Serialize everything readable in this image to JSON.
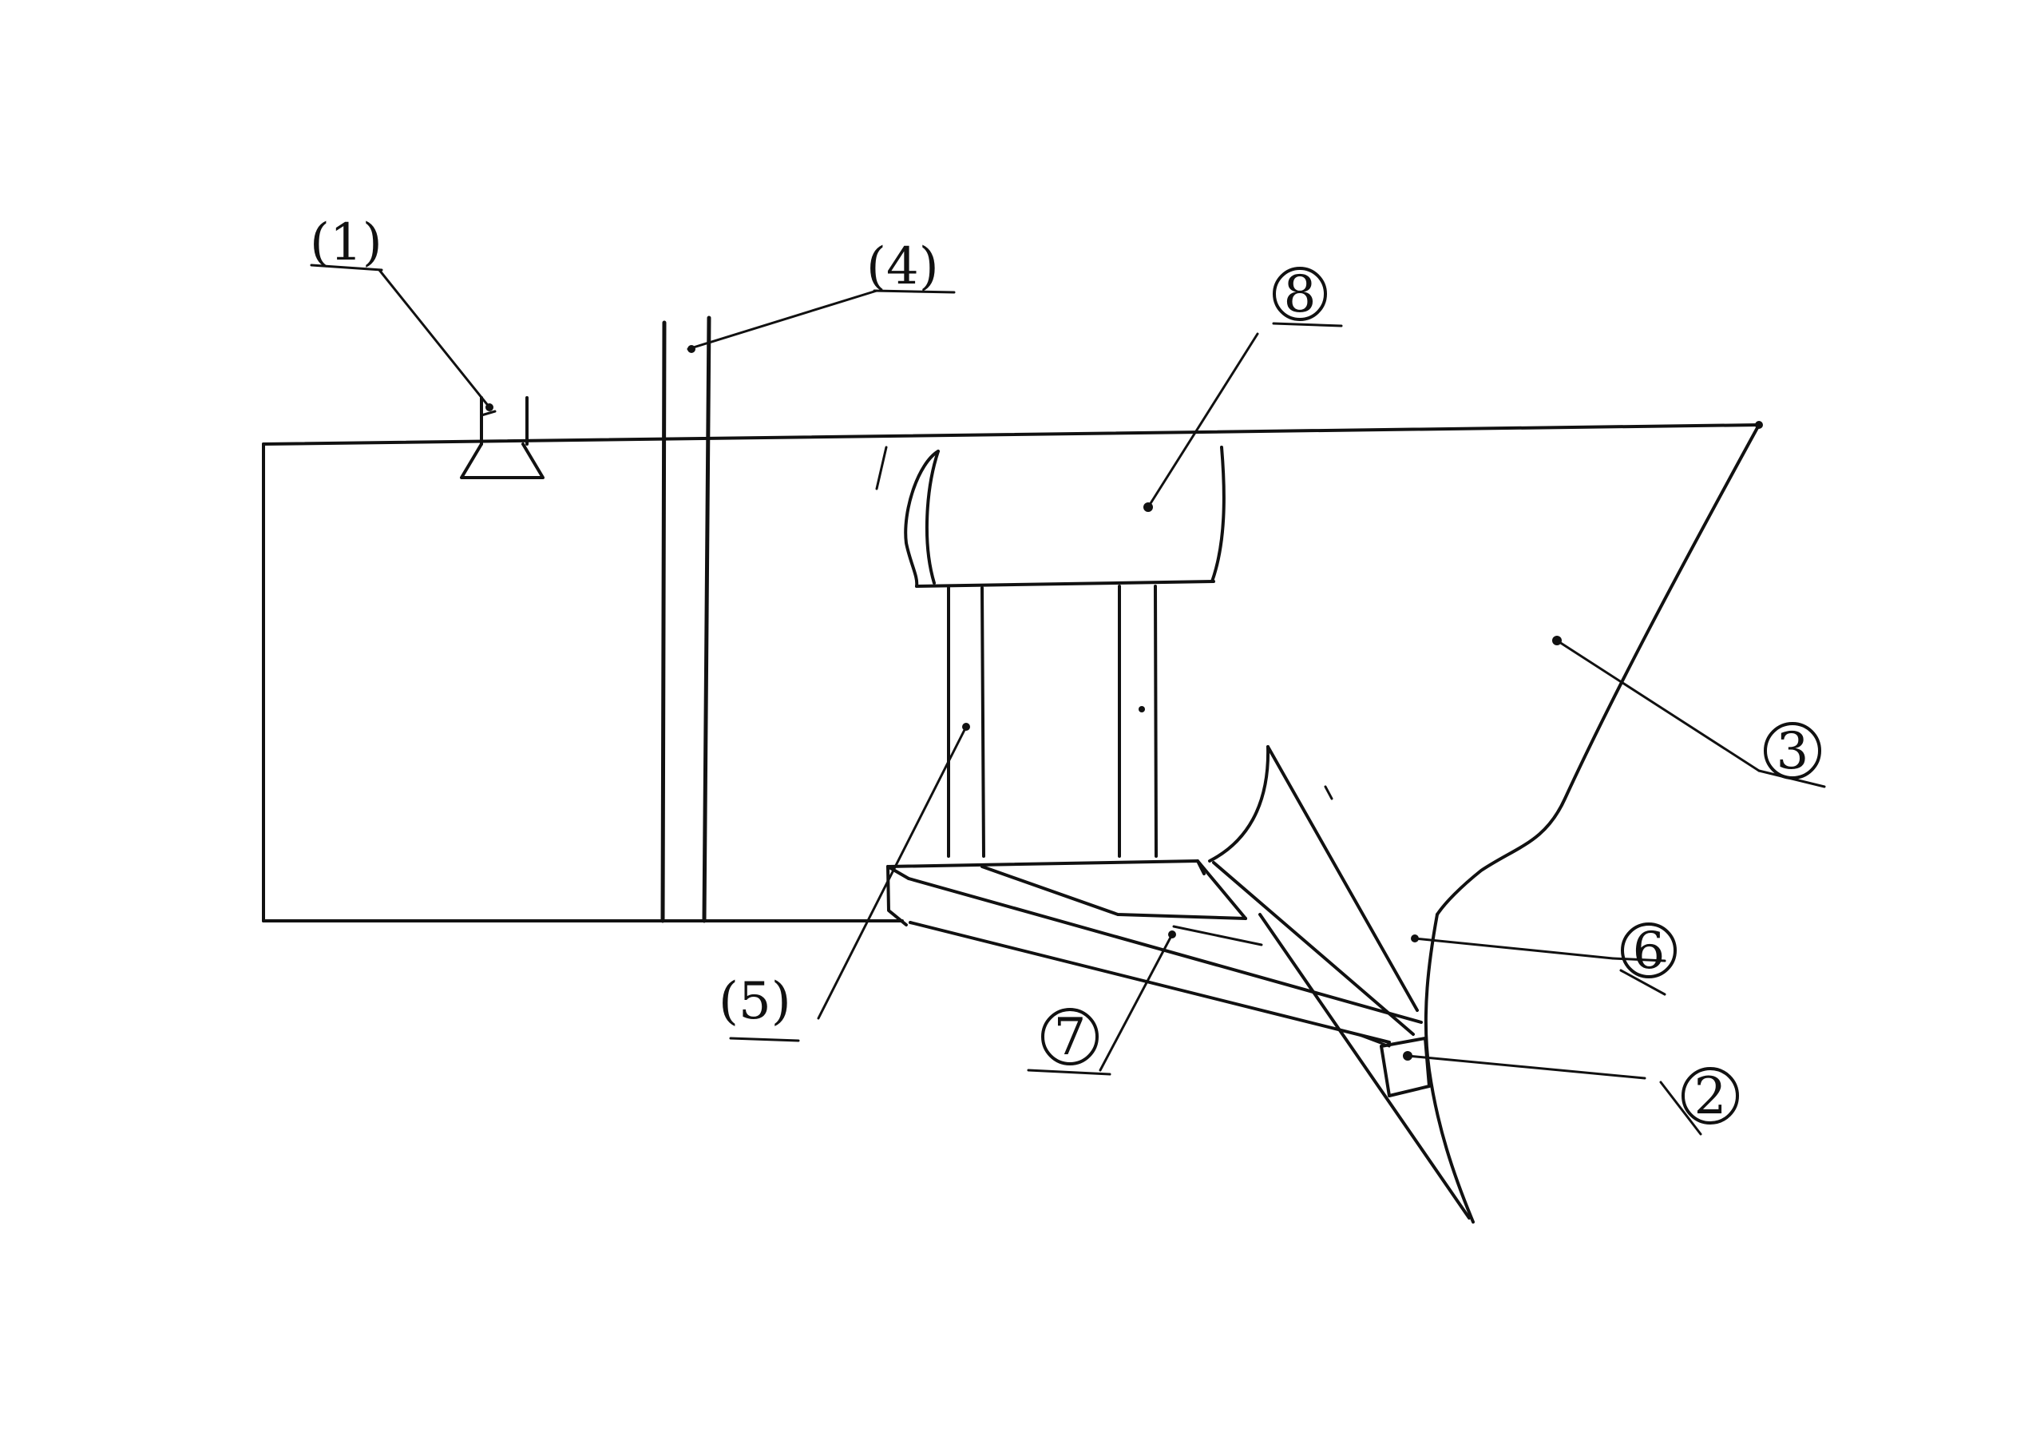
{
  "labels": {
    "l1": "(1)",
    "l2": "2",
    "l3": "3",
    "l4": "(4)",
    "l5": "(5)",
    "l6": "6",
    "l7": "7",
    "l8": "8"
  },
  "colors": {
    "ink": "#111111",
    "paper": "#ffffff"
  }
}
